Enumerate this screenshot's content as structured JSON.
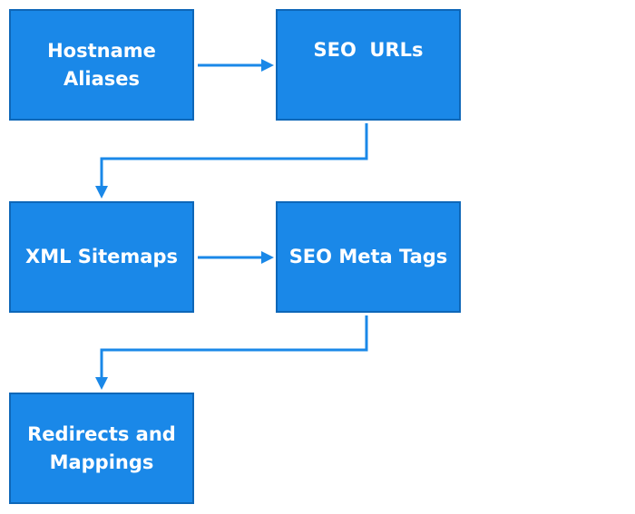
{
  "diagram": {
    "nodes": [
      {
        "id": "hostname-aliases",
        "label": "Hostname\nAliases"
      },
      {
        "id": "seo-urls",
        "label": "SEO  URLs"
      },
      {
        "id": "xml-sitemaps",
        "label": "XML Sitemaps"
      },
      {
        "id": "seo-meta-tags",
        "label": "SEO Meta Tags"
      },
      {
        "id": "redirects-and-mappings",
        "label": "Redirects and\nMappings"
      }
    ],
    "edges": [
      {
        "from": "hostname-aliases",
        "to": "seo-urls"
      },
      {
        "from": "seo-urls",
        "to": "xml-sitemaps"
      },
      {
        "from": "xml-sitemaps",
        "to": "seo-meta-tags"
      },
      {
        "from": "seo-meta-tags",
        "to": "redirects-and-mappings"
      }
    ],
    "colors": {
      "box_fill": "#1a88e8",
      "box_border": "#0e67b8",
      "text": "#ffffff",
      "connector": "#1a88e8"
    }
  }
}
